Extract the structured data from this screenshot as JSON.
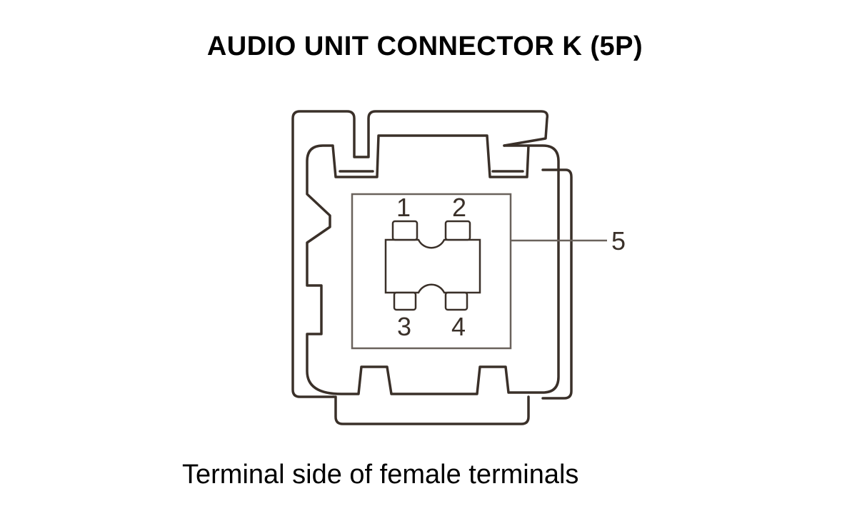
{
  "title": "AUDIO UNIT CONNECTOR K (5P)",
  "caption": "Terminal side of female terminals",
  "connector": {
    "pin_count": 5,
    "pins": [
      {
        "id": "pin-1",
        "label": "1"
      },
      {
        "id": "pin-2",
        "label": "2"
      },
      {
        "id": "pin-3",
        "label": "3"
      },
      {
        "id": "pin-4",
        "label": "4"
      },
      {
        "id": "pin-5",
        "label": "5"
      }
    ]
  },
  "colors": {
    "line": "#3a3029",
    "thin_line": "#6a625c",
    "background": "#ffffff"
  }
}
